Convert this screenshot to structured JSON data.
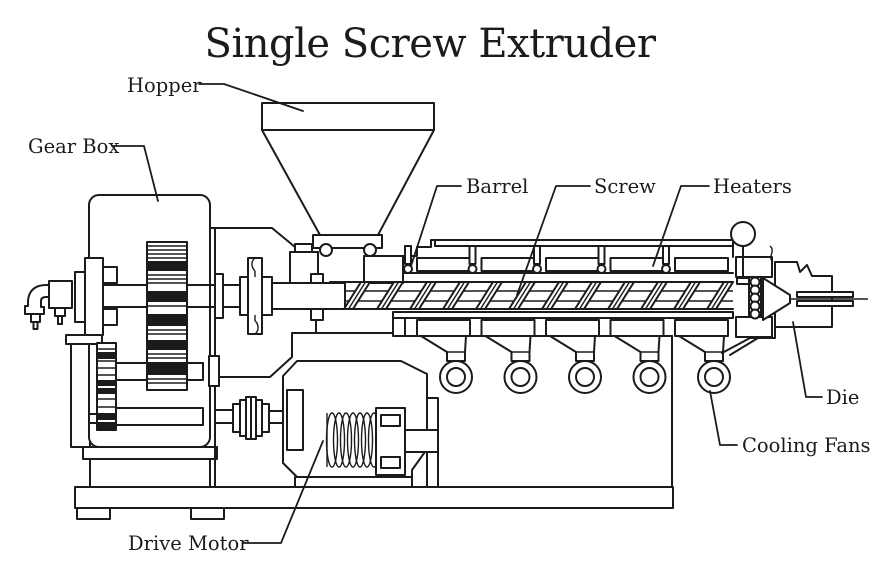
{
  "title": "Single Screw Extruder",
  "colors": {
    "line": "#1b1b1b",
    "background": "#ffffff"
  },
  "labels": {
    "hopper": "Hopper",
    "gear_box": "Gear Box",
    "barrel": "Barrel",
    "screw": "Screw",
    "heaters": "Heaters",
    "die": "Die",
    "cooling_fans": "Cooling Fans",
    "drive_motor": "Drive Motor"
  }
}
